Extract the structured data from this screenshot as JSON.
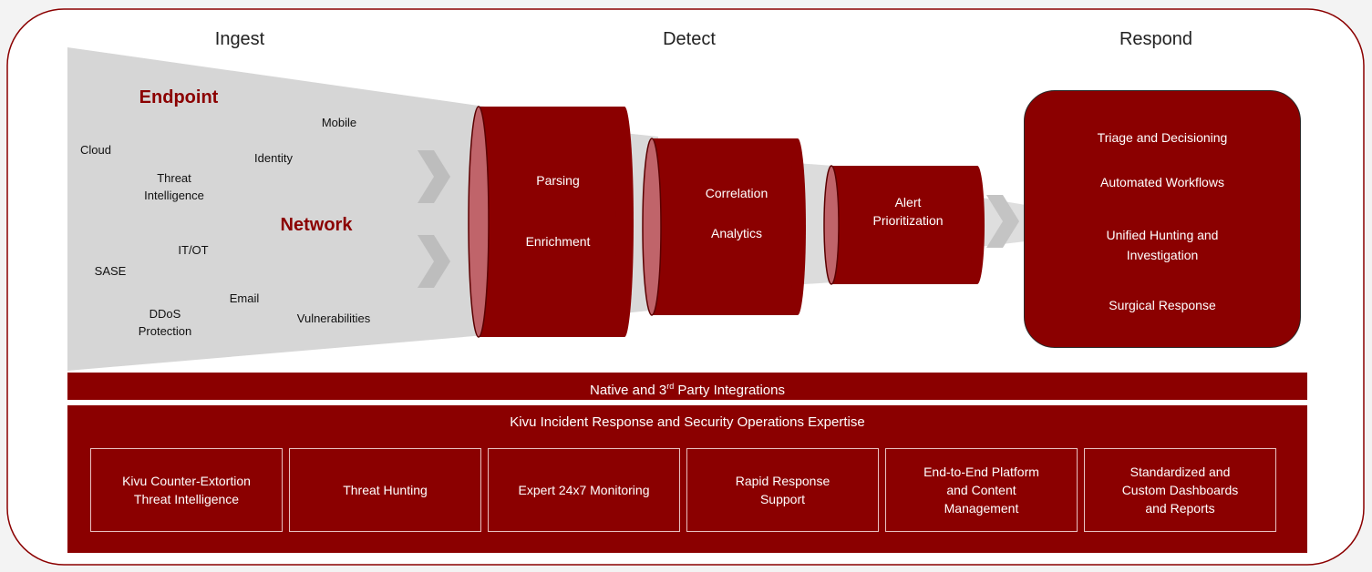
{
  "phases": {
    "ingest": "Ingest",
    "detect": "Detect",
    "respond": "Respond"
  },
  "sources": {
    "highlighted": [
      "Endpoint",
      "Network"
    ],
    "items": {
      "mobile": "Mobile",
      "cloud": "Cloud",
      "identity": "Identity",
      "threat_intel_line1": "Threat",
      "threat_intel_line2": "Intelligence",
      "itot": "IT/OT",
      "sase": "SASE",
      "email": "Email",
      "ddos_line1": "DDoS",
      "ddos_line2": "Protection",
      "vulnerabilities": "Vulnerabilities"
    }
  },
  "detect": {
    "cylinder1": [
      "Parsing",
      "Enrichment"
    ],
    "cylinder2": [
      "Correlation",
      "Analytics"
    ],
    "cylinder3_line1": "Alert",
    "cylinder3_line2": "Prioritization"
  },
  "respond": {
    "items": [
      "Triage and Decisioning",
      "Automated Workflows",
      "Unified Hunting and",
      "Investigation",
      "Surgical Response"
    ]
  },
  "integrations": {
    "prefix": "Native and 3",
    "sup": "rd",
    "suffix": " Party Integrations"
  },
  "expertise": {
    "title": "Kivu Incident Response and Security Operations Expertise",
    "services": [
      [
        "Kivu Counter-Extortion",
        "Threat Intelligence"
      ],
      [
        "Threat Hunting"
      ],
      [
        "Expert 24x7 Monitoring"
      ],
      [
        "Rapid Response",
        "Support"
      ],
      [
        "End-to-End Platform",
        "and Content",
        "Management"
      ],
      [
        "Standardized and",
        "Custom Dashboards",
        "and Reports"
      ]
    ]
  },
  "colors": {
    "brand_red": "#8b0000",
    "cylinder_face": "#c0646a",
    "funnel_gray": "#d6d6d6",
    "chevron_gray": "#bdbdbd"
  }
}
